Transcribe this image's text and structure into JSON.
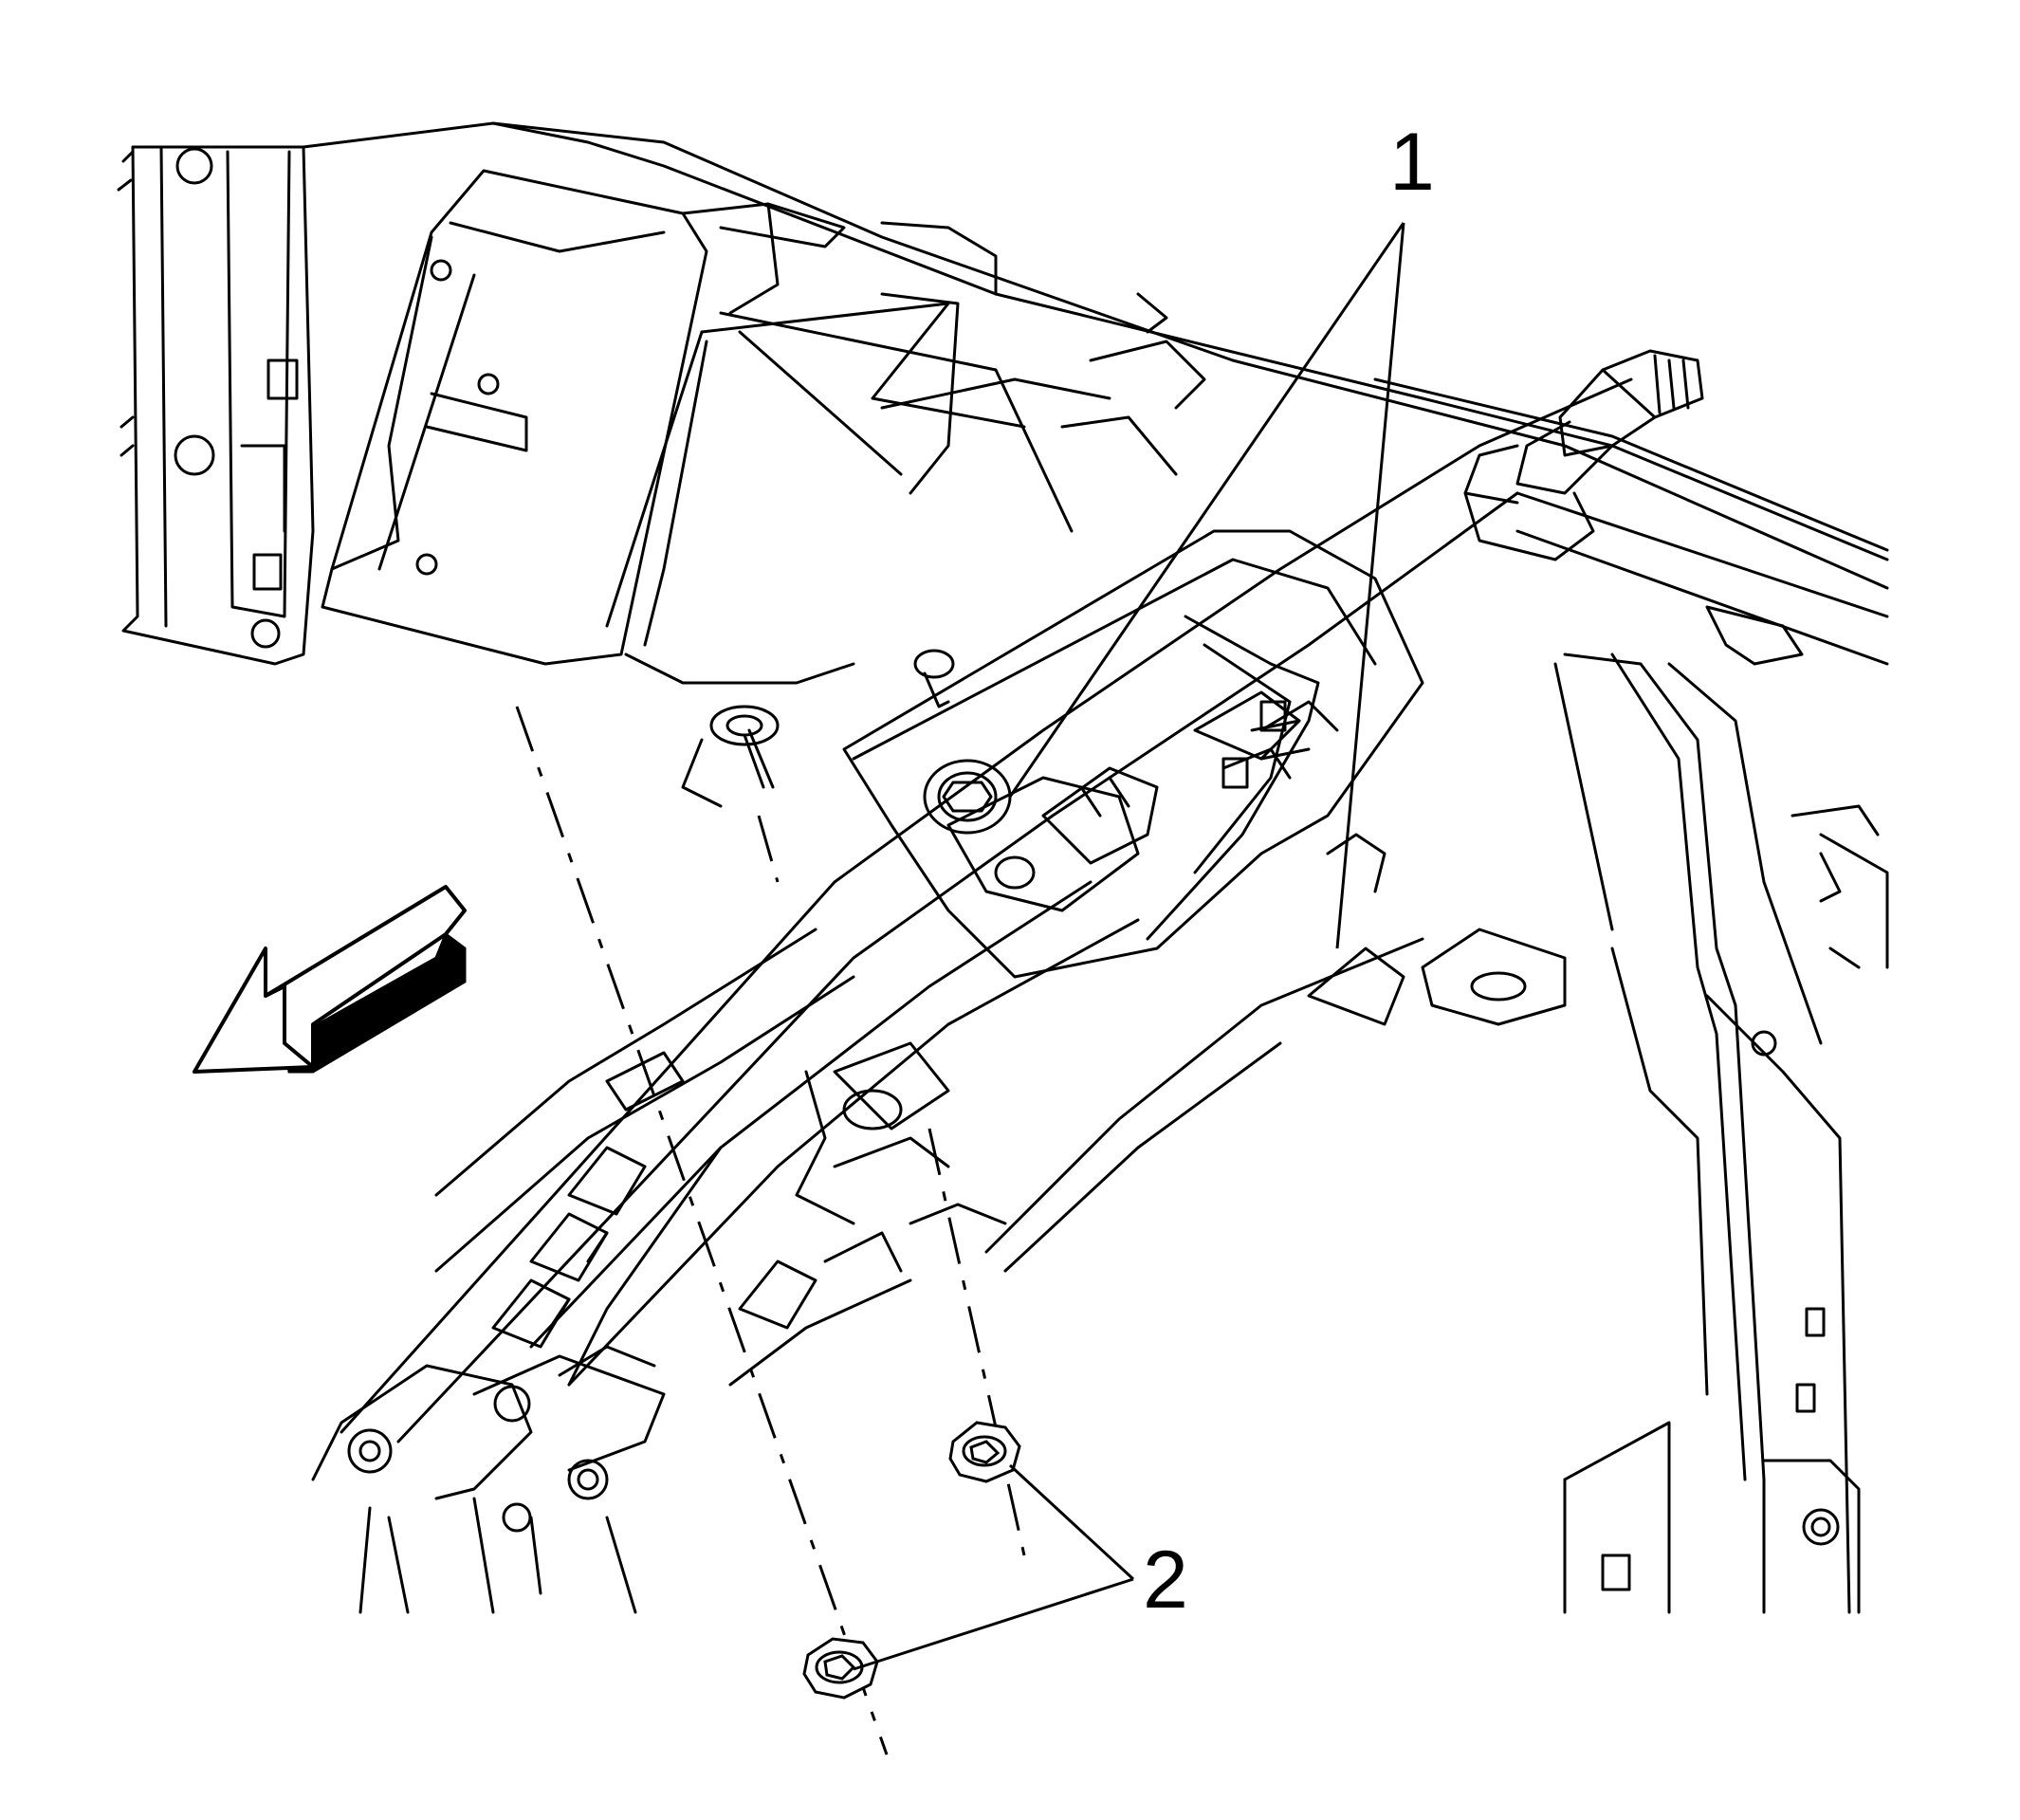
{
  "diagram": {
    "background_color": "#ffffff",
    "line_color": "#000000",
    "callouts": [
      {
        "id": "callout-1",
        "label": "1"
      },
      {
        "id": "callout-2",
        "label": "2"
      }
    ],
    "direction_indicator": "front-of-vehicle-arrow"
  }
}
